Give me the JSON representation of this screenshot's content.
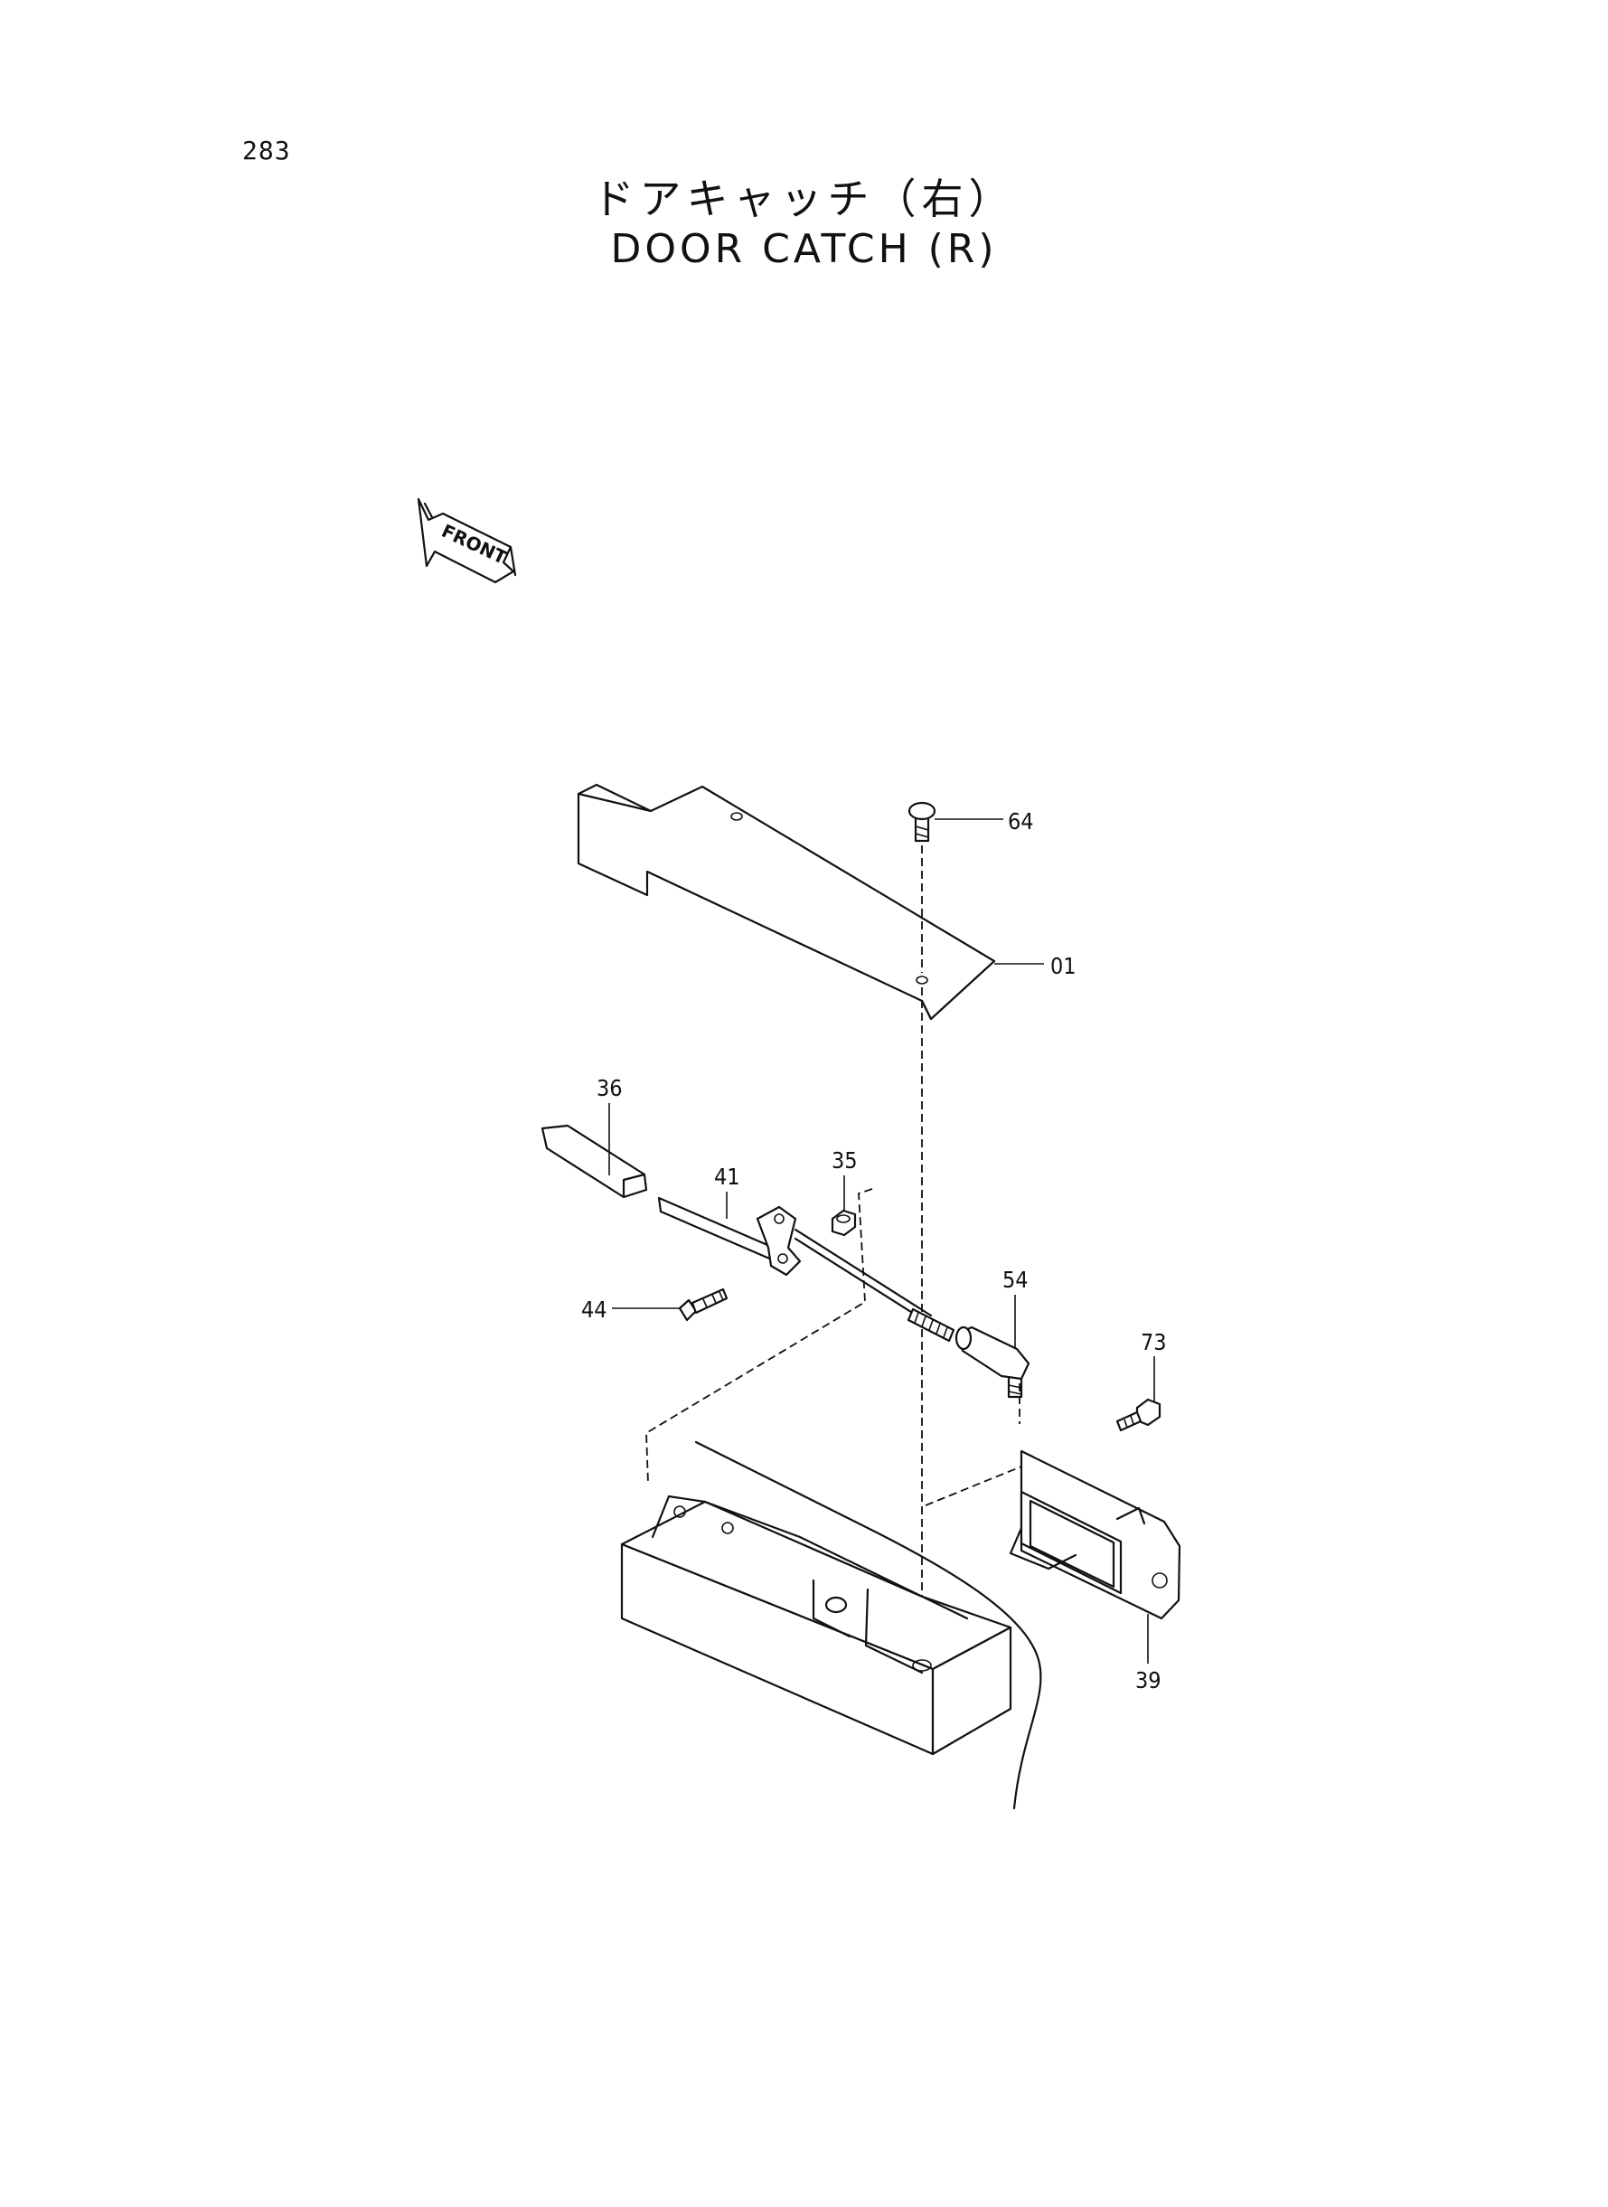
{
  "page": {
    "number": "283"
  },
  "title": {
    "japanese": "ドアキャッチ（右）",
    "english": "DOOR CATCH (R)"
  },
  "front_indicator": {
    "label": "FRONT",
    "icon": "arrow-left-icon"
  },
  "parts": [
    {
      "id": "01",
      "name": "cover-plate"
    },
    {
      "id": "35",
      "name": "nut"
    },
    {
      "id": "36",
      "name": "cap"
    },
    {
      "id": "39",
      "name": "catch-assembly"
    },
    {
      "id": "41",
      "name": "lever"
    },
    {
      "id": "44",
      "name": "bolt"
    },
    {
      "id": "54",
      "name": "ball-joint"
    },
    {
      "id": "64",
      "name": "screw"
    },
    {
      "id": "73",
      "name": "bolt"
    }
  ]
}
